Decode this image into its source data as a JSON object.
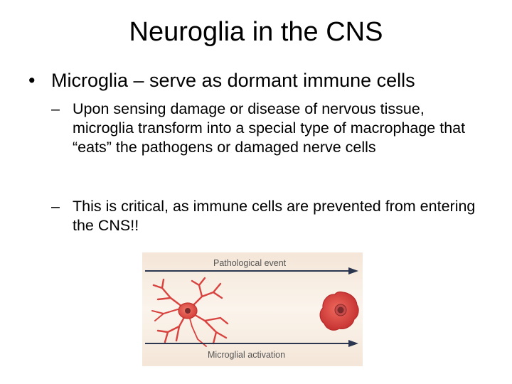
{
  "slide": {
    "title": "Neuroglia in the CNS",
    "bullets": [
      {
        "marker": "•",
        "text": "Microglia – serve as dormant immune cells",
        "sub_bullets": [
          {
            "marker": "–",
            "text": "Upon sensing damage or disease of nervous tissue, microglia transform into a special type of macrophage that “eats” the pathogens or damaged nerve cells"
          },
          {
            "marker": "–",
            "text": "This is critical, as immune cells are prevented from entering the CNS!!"
          }
        ]
      }
    ]
  },
  "figure": {
    "top_arrow_label": "Pathological event",
    "bottom_arrow_label": "Microglial activation",
    "colors": {
      "background": "#f6ece1",
      "arrow": "#2a3550",
      "cell_process": "#d8433f",
      "cell_body": "#e0504a",
      "nucleus": "#7a2a2a",
      "macrophage": "#d23a3a"
    }
  }
}
